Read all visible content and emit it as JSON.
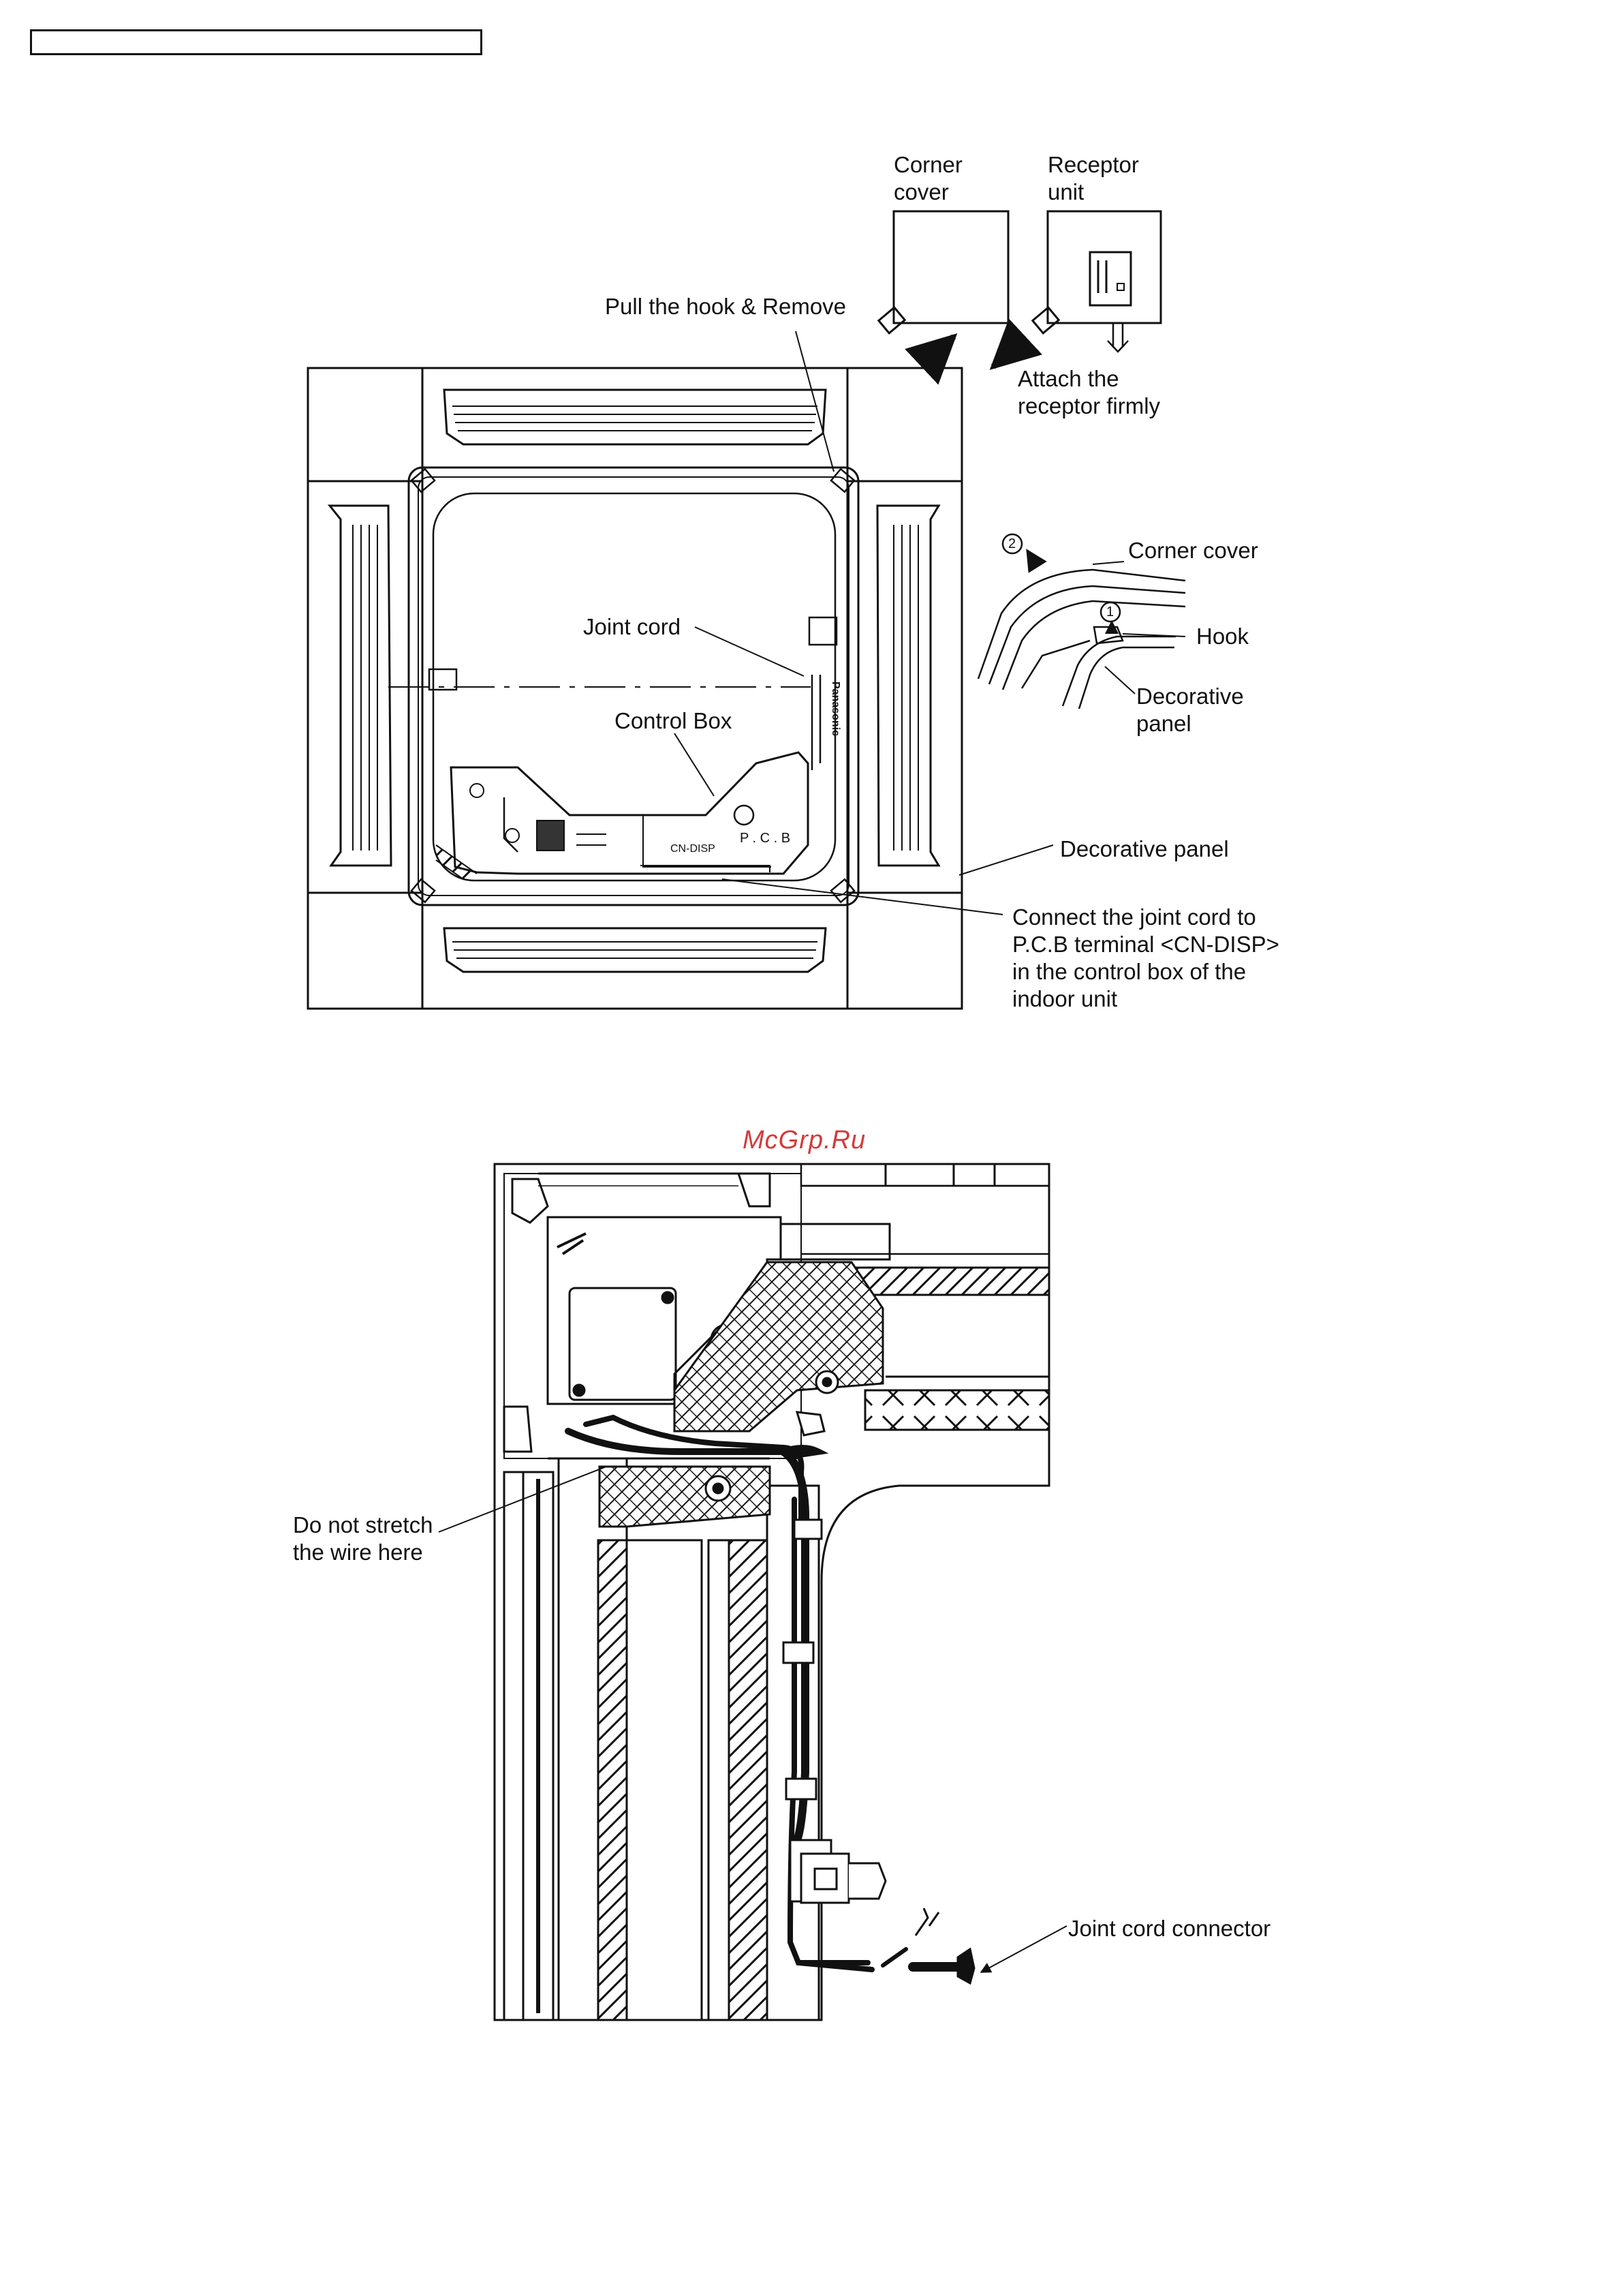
{
  "watermark": "McGrp.Ru",
  "labels": {
    "corner_cover_top": [
      "Corner",
      "cover"
    ],
    "receptor_unit": [
      "Receptor",
      "unit"
    ],
    "pull_hook": "Pull the hook & Remove",
    "attach_receptor": [
      "Attach the",
      "receptor firmly"
    ],
    "joint_cord": "Joint cord",
    "control_box": "Control Box",
    "pcb": "P . C . B",
    "cn_disp": "CN-DISP",
    "brand": "Panasonic",
    "corner_cover_detail": "Corner cover",
    "hook": "Hook",
    "decorative_panel_detail": [
      "Decorative",
      "panel"
    ],
    "step1": "1",
    "step2": "2",
    "decorative_panel": "Decorative panel",
    "connect_note": [
      "Connect the joint cord to",
      "P.C.B terminal <CN-DISP>",
      "in the control box of the",
      "indoor unit"
    ],
    "do_not_stretch": [
      "Do not stretch",
      "the wire here"
    ],
    "joint_cord_connector": "Joint cord connector"
  }
}
